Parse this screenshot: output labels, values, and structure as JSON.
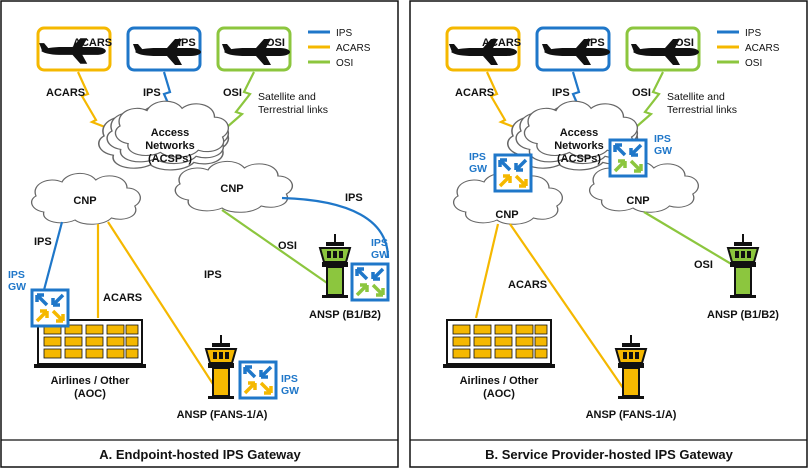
{
  "legend": {
    "items": [
      {
        "label": "IPS",
        "color": "#1f77c9"
      },
      {
        "label": "ACARS",
        "color": "#f5b800"
      },
      {
        "label": "OSI",
        "color": "#8cc63e"
      }
    ]
  },
  "aircraft": {
    "acars": "ACARS",
    "ips": "IPS",
    "osi": "OSI"
  },
  "links": {
    "acars": "ACARS",
    "ips": "IPS",
    "osi": "OSI",
    "satellite_line1": "Satellite and",
    "satellite_line2": "Terrestrial links"
  },
  "access_networks": {
    "line1": "Access",
    "line2": "Networks",
    "line3": "(ACSPs)"
  },
  "cnp": "CNP",
  "gateway": {
    "line1": "IPS",
    "line2": "GW"
  },
  "airlines": {
    "line1": "Airlines / Other",
    "line2": "(AOC)"
  },
  "ansp_fans": "ANSP (FANS-1/A)",
  "ansp_b1b2": "ANSP (B1/B2)",
  "panel_a": {
    "title": "A.  Endpoint-hosted IPS Gateway",
    "link_ips_left": "IPS",
    "link_acars": "ACARS",
    "link_ips_mid": "IPS",
    "link_osi": "OSI",
    "link_ips_right": "IPS"
  },
  "panel_b": {
    "title": "B.  Service Provider-hosted IPS Gateway",
    "link_acars": "ACARS",
    "link_osi": "OSI"
  },
  "colors": {
    "ips": "#1f77c9",
    "acars": "#f5b800",
    "osi": "#8cc63e",
    "tower": "#f5b800",
    "tower_green": "#8cc63e"
  }
}
